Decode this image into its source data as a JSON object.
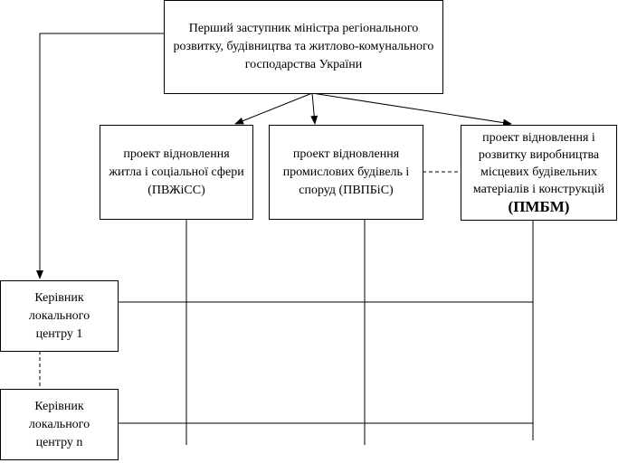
{
  "top": {
    "label": "Перший заступник міністра регіонального розвитку, будівництва та житлово-комунального господарства України"
  },
  "projects": [
    {
      "label": "проект відновлення житла і соціальної сфери (ПВЖіСС)"
    },
    {
      "label": "проект відновлення промислових будівель і споруд (ПВПБіС)"
    },
    {
      "label": "проект відновлення і розвитку виробництва місцевих будівельних матеріалів і конструкцій",
      "abbr": "(ПМБМ)"
    }
  ],
  "centers": [
    {
      "label": "Керівник локального центру 1"
    },
    {
      "label": "Керівник локального центру n"
    }
  ]
}
